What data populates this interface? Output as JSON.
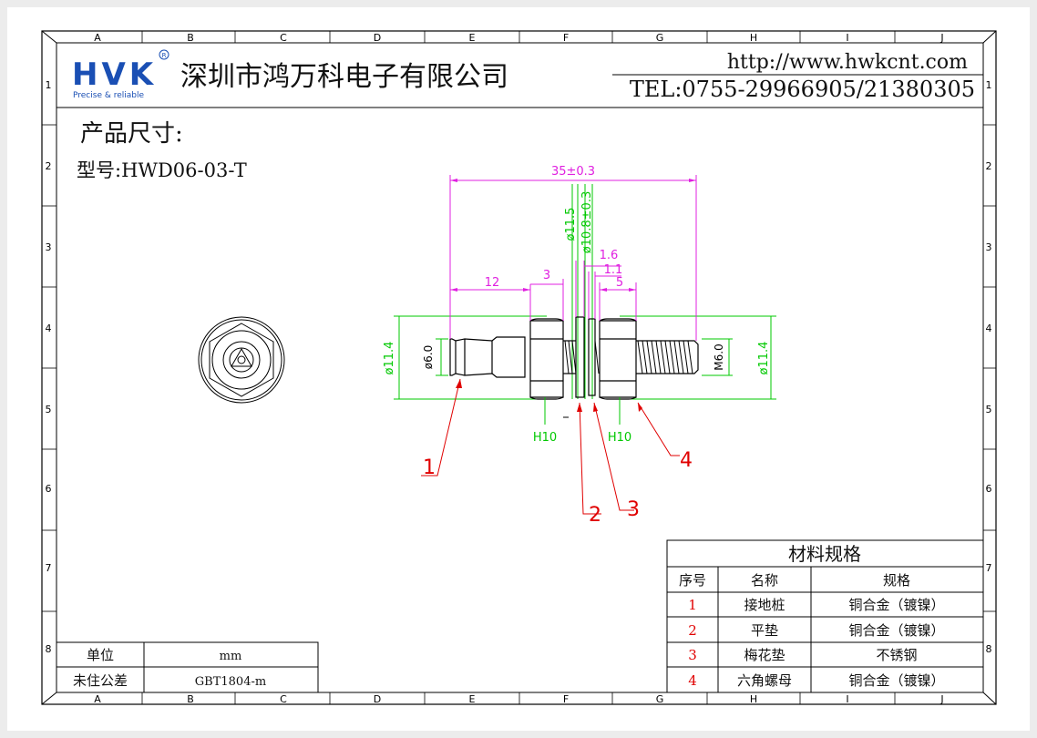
{
  "title_block": {
    "company_logo": "HVK",
    "logo_tagline": "Precise & reliable",
    "company_name": "深圳市鸿万科电子有限公司",
    "website": "http://www.hwkcnt.com",
    "phone": "TEL:0755-29966905/21380305"
  },
  "grid": {
    "columns": [
      "A",
      "B",
      "C",
      "D",
      "E",
      "F",
      "G",
      "H",
      "I",
      "J"
    ],
    "rows": [
      "1",
      "2",
      "3",
      "4",
      "5",
      "6",
      "7",
      "8"
    ]
  },
  "product": {
    "heading": "产品尺寸:",
    "model": "型号:HWD06-03-T"
  },
  "dimensions": {
    "overall_length": "35±0.3",
    "len_12": "12",
    "len_3": "3",
    "dia_11_5": "ø11.5",
    "dia_10_8": "ø10.8±0.3",
    "len_1_6": "1.6",
    "len_1_1": "1.1",
    "len_5": "5",
    "dia_left": "ø11.4",
    "dia_pin": "ø6.0",
    "thread": "M6.0",
    "dia_right": "ø11.4",
    "hex_left": "H10",
    "hex_right": "H10"
  },
  "callouts": [
    "1",
    "2",
    "3",
    "4"
  ],
  "materials": {
    "title": "材料规格",
    "headers": [
      "序号",
      "名称",
      "规格"
    ],
    "rows": [
      {
        "no": "1",
        "name": "接地桩",
        "spec": "铜合金（镀镍）"
      },
      {
        "no": "2",
        "name": "平垫",
        "spec": "铜合金（镀镍）"
      },
      {
        "no": "3",
        "name": "梅花垫",
        "spec": "不锈钢"
      },
      {
        "no": "4",
        "name": "六角螺母",
        "spec": "铜合金（镀镍）"
      }
    ]
  },
  "units": {
    "unit_label": "单位",
    "unit_value": "mm",
    "tol_label": "未住公差",
    "tol_value": "GBT1804-m"
  },
  "colors": {
    "dimension": "#e020e0",
    "outline": "#00c800",
    "callout": "#e00000",
    "frame": "#000000"
  }
}
